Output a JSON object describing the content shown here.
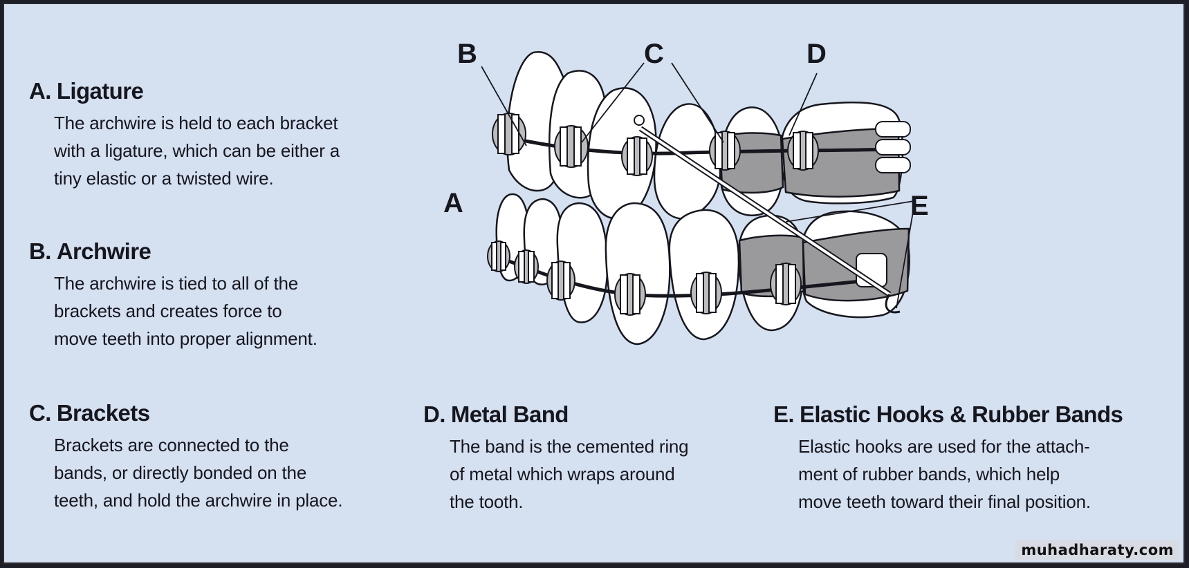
{
  "colors": {
    "background": "#d5e0f1",
    "frame_border": "#2a2b33",
    "text": "#16161e",
    "tooth_fill": "#ffffff",
    "band_gray": "#9a9a9c",
    "ligature_gray": "#bcbcbe"
  },
  "sections": [
    {
      "letter": "A.",
      "title": "Ligature",
      "lines": [
        "The archwire is held to each bracket",
        "with a ligature, which can be either a",
        "tiny elastic or a twisted wire."
      ]
    },
    {
      "letter": "B.",
      "title": "Archwire",
      "lines": [
        "The archwire is tied to all of the",
        "brackets and creates force to",
        "move teeth into proper alignment."
      ]
    },
    {
      "letter": "C.",
      "title": "Brackets",
      "lines": [
        "Brackets are connected to the",
        "bands, or directly bonded on the",
        "teeth, and hold the archwire in place."
      ]
    },
    {
      "letter": "D.",
      "title": "Metal Band",
      "lines": [
        "The band is the cemented ring",
        "of metal which wraps around",
        "the tooth."
      ]
    },
    {
      "letter": "E.",
      "title": "Elastic Hooks & Rubber Bands",
      "lines": [
        "Elastic hooks are used for the attach-",
        "ment of rubber bands, which help",
        "move teeth toward their final position."
      ]
    }
  ],
  "illustration": {
    "callouts": [
      "A",
      "B",
      "C",
      "D",
      "E"
    ]
  },
  "watermark": "muhadharaty.com"
}
